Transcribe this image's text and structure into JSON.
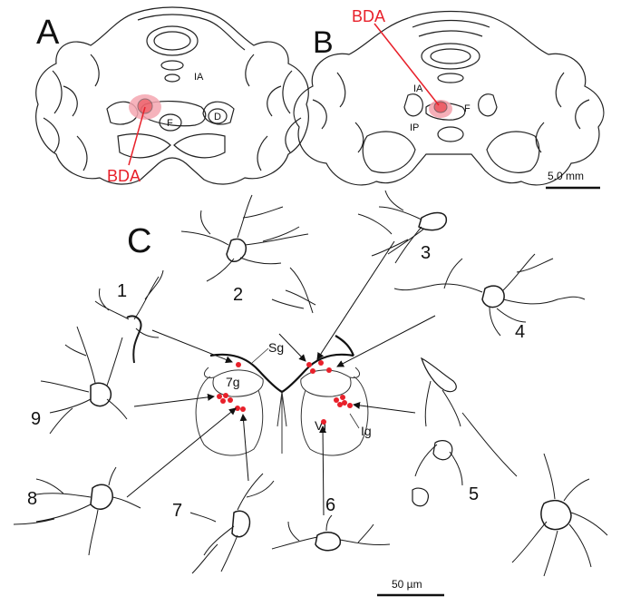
{
  "panels": {
    "A": {
      "label": "A",
      "structures": [
        "IA",
        "F",
        "D"
      ],
      "tracer_label": "BDA"
    },
    "B": {
      "label": "B",
      "structures": [
        "IA",
        "F",
        "IP"
      ],
      "tracer_label": "BDA",
      "scale_bar": "5.0 mm"
    },
    "C": {
      "label": "C",
      "neuron_numbers": [
        "1",
        "2",
        "3",
        "4",
        "5",
        "6",
        "7",
        "8",
        "9"
      ],
      "region_labels": [
        "Sg",
        "7g",
        "VI",
        "Ig"
      ],
      "scale_bar": "50 µm"
    }
  },
  "colors": {
    "tracer": "#e8202a",
    "tracer_fill": "#f4a6b0",
    "ink": "#1a1a1a"
  }
}
